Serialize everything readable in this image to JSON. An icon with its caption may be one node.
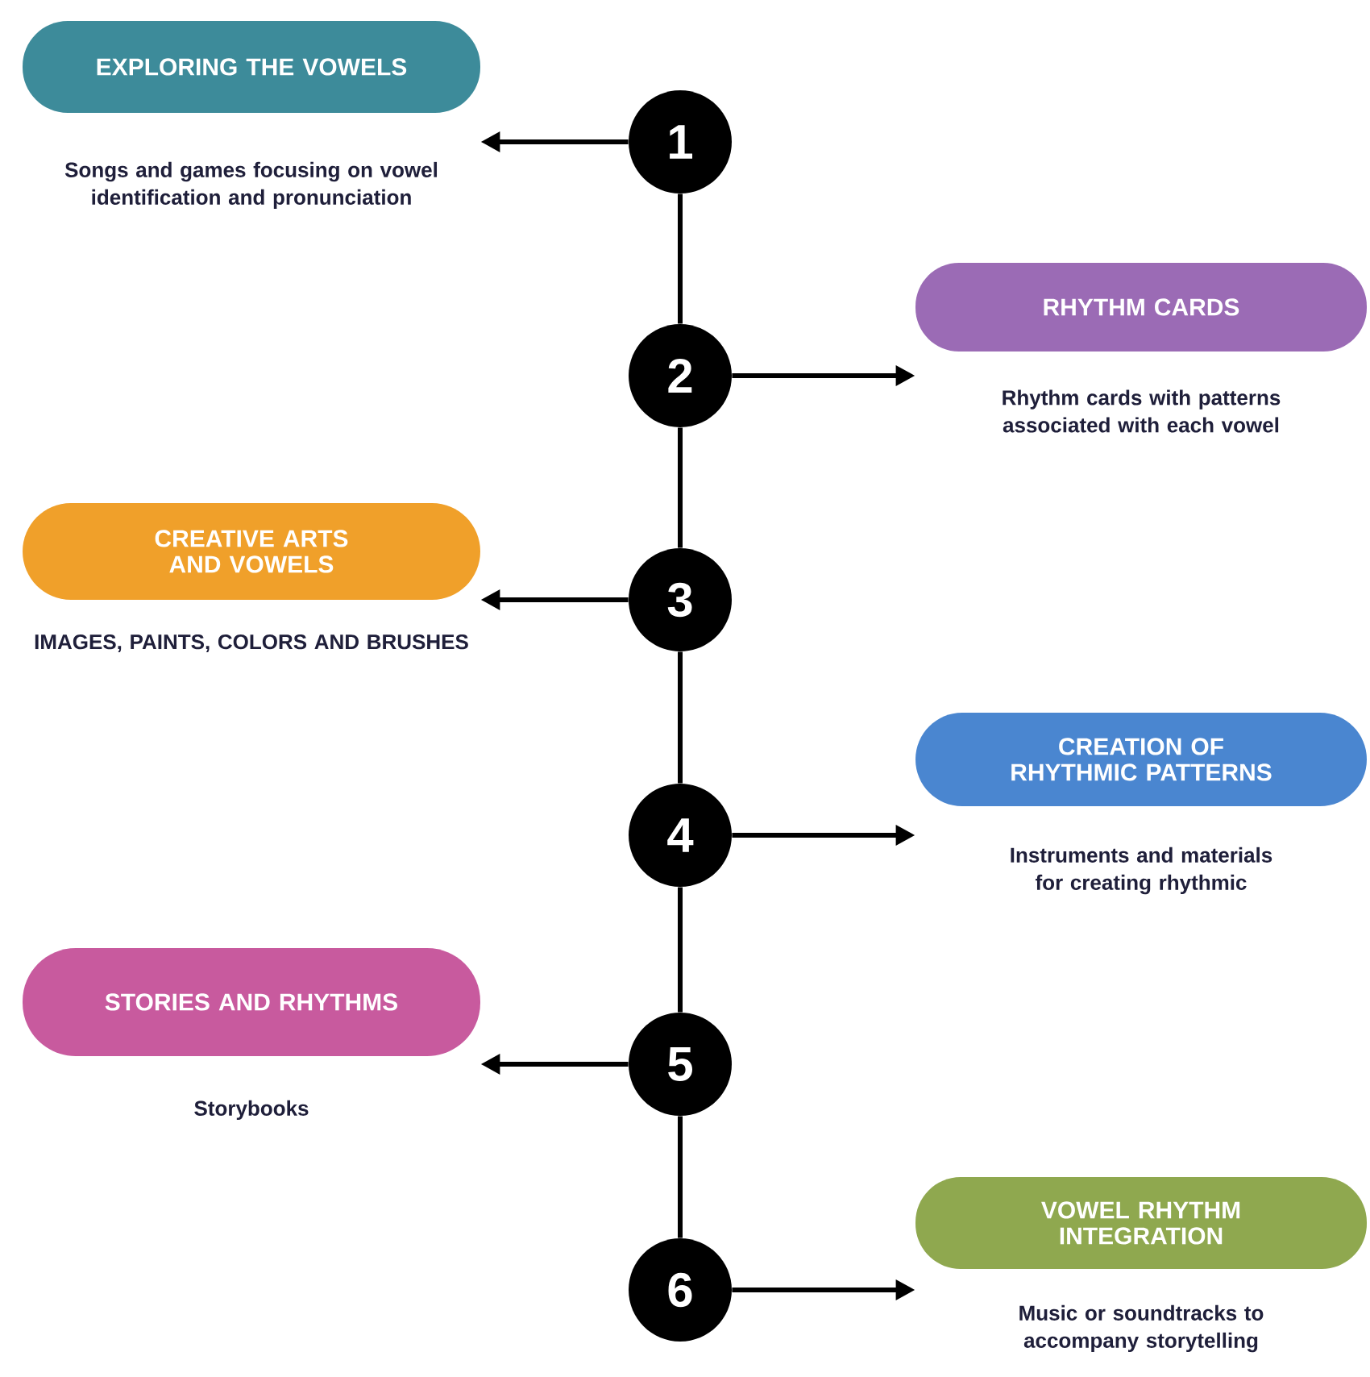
{
  "diagram": {
    "nodes": [
      {
        "text": [
          "EXPLORING THE VOWELS",
          "Songs and games focusing on vowel identification and pronunciation"
        ]
      },
      {
        "text": [
          "1"
        ]
      },
      {
        "text": [
          "RHYTHM CARDS",
          "Rhythm cards with patterns associated with each vowel"
        ]
      },
      {
        "text": [
          "2"
        ]
      },
      {
        "text": [
          "CREATIVE ARTS AND VOWELS",
          "IMAGES, PAINTS, COLORS AND BRUSHES"
        ]
      },
      {
        "text": [
          "3"
        ]
      },
      {
        "text": [
          "CREATION OF RHYTHMIC PATTERNS",
          "Instruments and  materials for creating rhythmic"
        ]
      },
      {
        "text": [
          "4"
        ]
      },
      {
        "text": [
          "STORIES AND RHYTHMS",
          "Storybooks"
        ]
      },
      {
        "text": [
          "5"
        ]
      },
      {
        "text": [
          "VOWEL RHYTHM INTEGRATION",
          "Music or soundtracks to accompany storytelling"
        ]
      },
      {
        "text": [
          "6"
        ]
      }
    ],
    "edges": [
      {
        "from": 1,
        "to": 3,
        "arrow": "none"
      },
      {
        "from": 3,
        "to": 5,
        "arrow": "none"
      },
      {
        "from": 5,
        "to": 7,
        "arrow": "none"
      },
      {
        "from": 7,
        "to": 9,
        "arrow": "none"
      },
      {
        "from": 9,
        "to": 11,
        "arrow": "none"
      },
      {
        "from": 1,
        "to": 0,
        "arrow": "to"
      },
      {
        "from": 3,
        "to": 2,
        "arrow": "to"
      },
      {
        "from": 5,
        "to": 4,
        "arrow": "to"
      },
      {
        "from": 7,
        "to": 6,
        "arrow": "to"
      },
      {
        "from": 9,
        "to": 8,
        "arrow": "to"
      },
      {
        "from": 11,
        "to": 10,
        "arrow": "to"
      }
    ]
  }
}
